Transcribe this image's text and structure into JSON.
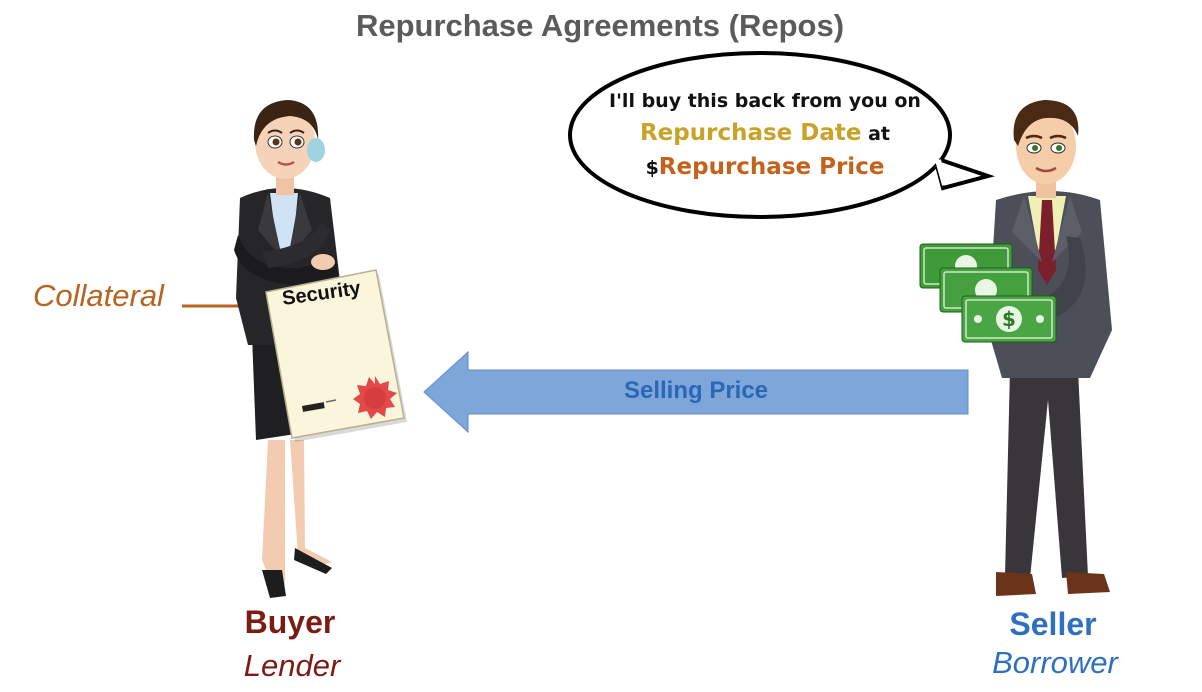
{
  "title": "Repurchase Agreements (Repos)",
  "speech_bubble": {
    "line1": "I'll buy this back from you on",
    "line2_highlight": "Repurchase Date",
    "line2_suffix": " at",
    "line3_prefix": "$",
    "line3_highlight": "Repurchase Price"
  },
  "collateral_label": "Collateral",
  "security_label": "Security",
  "arrow_label": "Selling Price",
  "buyer": {
    "role": "Buyer",
    "subtitle": "Lender"
  },
  "seller": {
    "role": "Seller",
    "subtitle": "Borrower"
  },
  "colors": {
    "title": "#5b5b5b",
    "repurchase_date": "#c9a227",
    "repurchase_price": "#c4621b",
    "collateral": "#b8631f",
    "arrow_fill": "#7ea6d8",
    "arrow_text": "#2a67b8",
    "buyer": "#7a1c14",
    "seller": "#2f6fc0"
  }
}
